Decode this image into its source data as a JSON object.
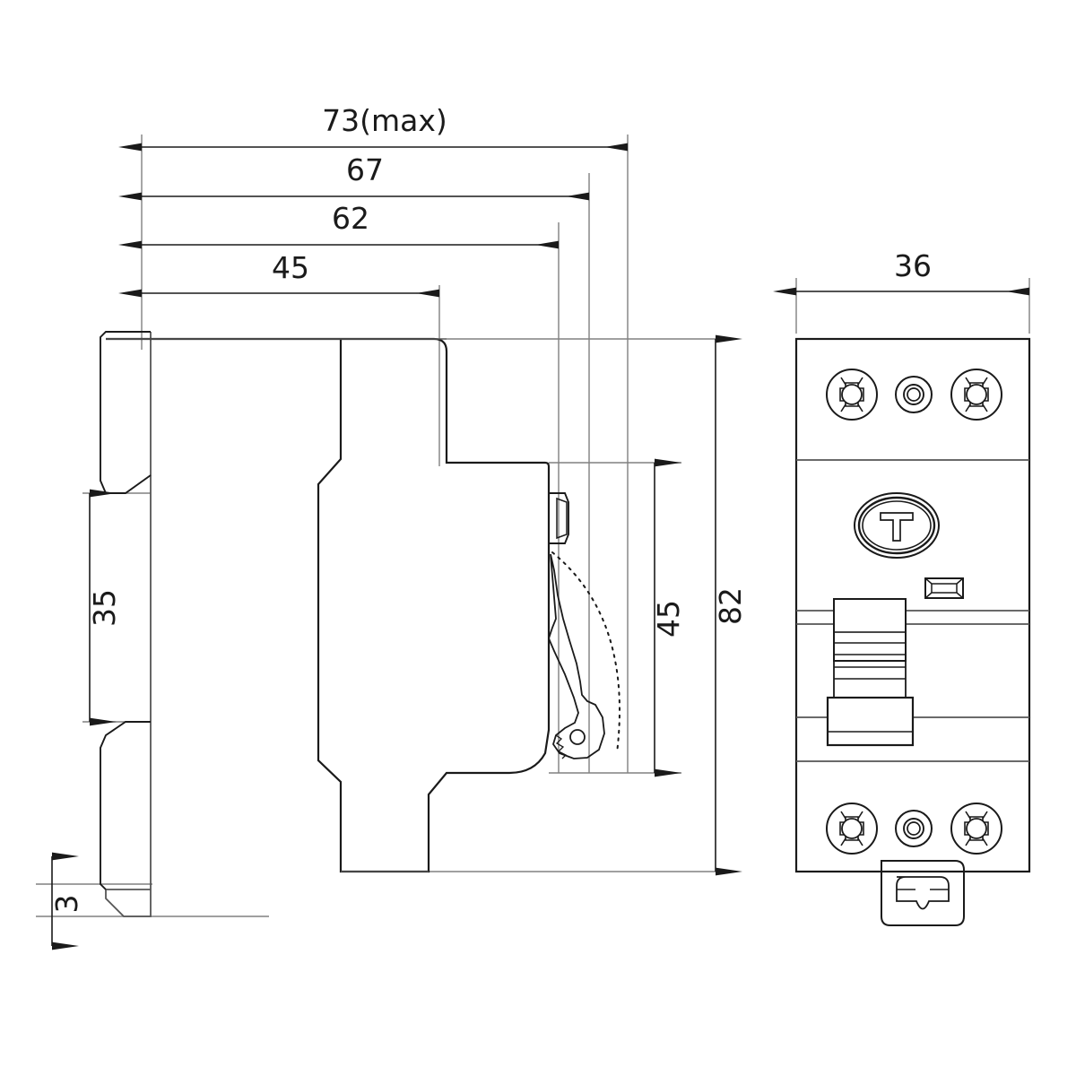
{
  "drawing": {
    "title": "din-rail-rcbo-dimension-drawing",
    "units": "mm",
    "line_color": "#1a1a1a",
    "thin_line_color": "#808080",
    "background": "#ffffff"
  },
  "dimensions": {
    "horizontal": [
      {
        "id": "dim-73-max",
        "label": "73(max)",
        "value": 73,
        "note": "max",
        "orientation": "horizontal"
      },
      {
        "id": "dim-67",
        "label": "67",
        "value": 67,
        "orientation": "horizontal"
      },
      {
        "id": "dim-62",
        "label": "62",
        "value": 62,
        "orientation": "horizontal"
      },
      {
        "id": "dim-45",
        "label": "45",
        "value": 45,
        "orientation": "horizontal"
      },
      {
        "id": "dim-36",
        "label": "36",
        "value": 36,
        "orientation": "horizontal"
      }
    ],
    "vertical": [
      {
        "id": "dim-35",
        "label": "35",
        "value": 35,
        "orientation": "vertical",
        "rotated": true
      },
      {
        "id": "dim-3",
        "label": "3",
        "value": 3,
        "orientation": "vertical",
        "rotated": true
      },
      {
        "id": "dim-45-v",
        "label": "45",
        "value": 45,
        "orientation": "vertical",
        "rotated": true
      },
      {
        "id": "dim-82",
        "label": "82",
        "value": 82,
        "orientation": "vertical",
        "rotated": true
      }
    ]
  },
  "views": {
    "side": {
      "name": "side-elevation-view",
      "features": [
        "din-rail-mounting-plate",
        "body-outline",
        "toggle-handle",
        "handle-swing-arc",
        "lever-pivot-hole"
      ]
    },
    "front": {
      "name": "front-elevation-view",
      "features": [
        "top-terminal-screws",
        "test-button",
        "indicator-window",
        "toggle-lever",
        "bottom-terminal-screws",
        "din-clip"
      ],
      "test_button_label": "T"
    }
  }
}
